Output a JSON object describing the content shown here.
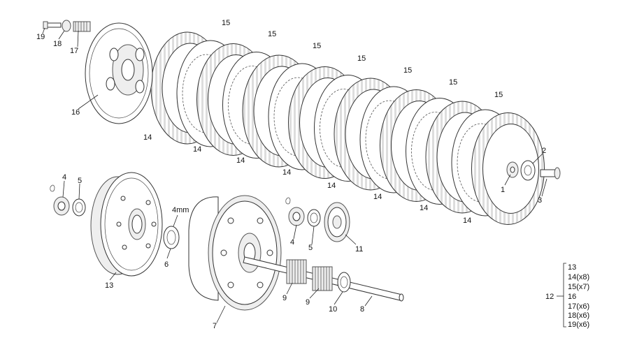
{
  "labels": {
    "l1": "1",
    "l2": "2",
    "l3": "3",
    "l4a": "4",
    "l4b": "4",
    "l5a": "5",
    "l5b": "5",
    "l6": "6",
    "l7": "7",
    "l8": "8",
    "l9a": "9",
    "l9b": "9",
    "l10": "10",
    "l11": "11",
    "l12": "12",
    "l13": "13",
    "l14": [
      "14",
      "14",
      "14",
      "14",
      "14",
      "14",
      "14",
      "14"
    ],
    "l15": [
      "15",
      "15",
      "15",
      "15",
      "15",
      "15",
      "15"
    ],
    "l16": "16",
    "l17": "17",
    "l18": "18",
    "l19": "19",
    "l4mm": "4mm"
  },
  "kit_legend": {
    "number": "12",
    "items": [
      "13",
      "14(x8)",
      "15(x7)",
      "16",
      "17(x6)",
      "18(x6)",
      "19(x6)"
    ]
  }
}
